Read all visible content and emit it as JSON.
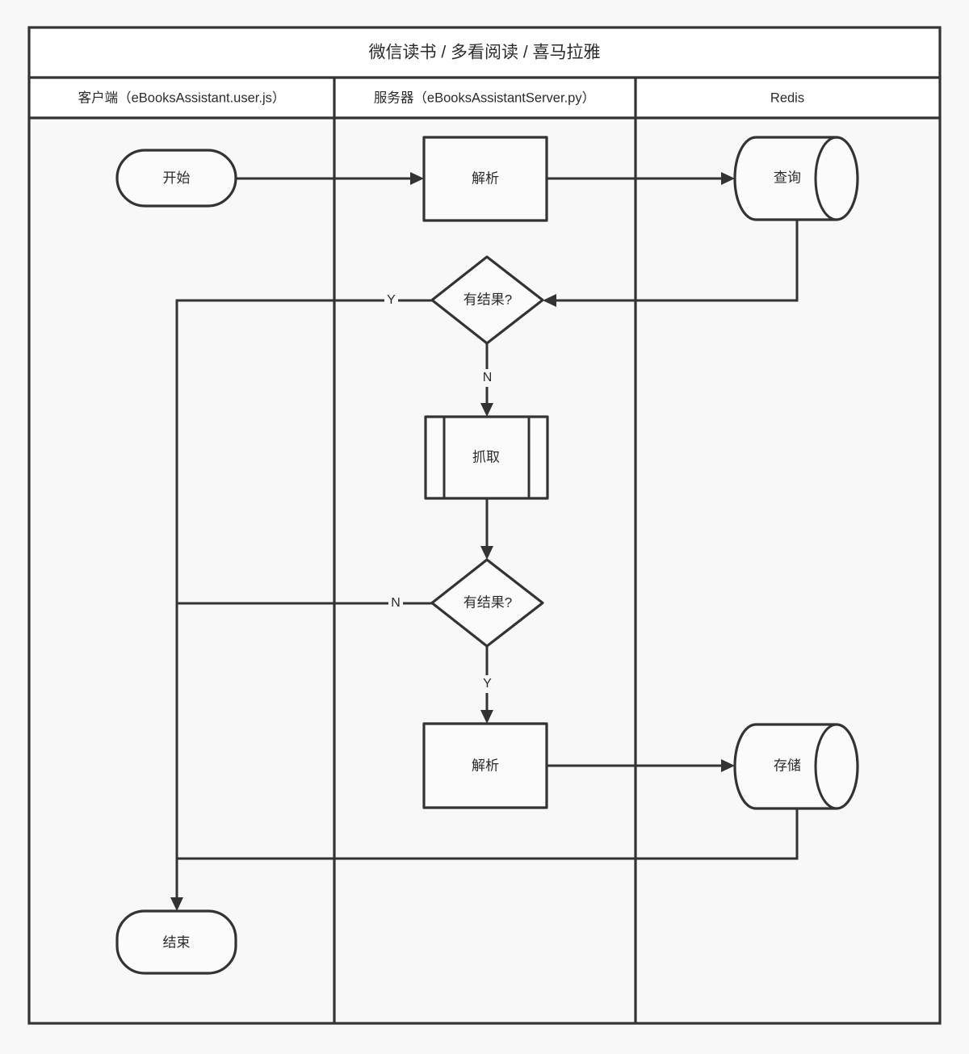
{
  "diagram": {
    "title": "微信读书 / 多看阅读 / 喜马拉雅",
    "type": "swimlane-flowchart",
    "colors": {
      "stroke": "#333333",
      "background": "#f8f8f8",
      "shape_fill": "#fbfbfb",
      "header_fill": "#ffffff"
    },
    "lanes": [
      {
        "id": "client",
        "label": "客户端（eBooksAssistant.user.js）"
      },
      {
        "id": "server",
        "label": "服务器（eBooksAssistantServer.py）"
      },
      {
        "id": "redis",
        "label": "Redis"
      }
    ],
    "nodes": [
      {
        "id": "start",
        "lane": "client",
        "shape": "terminator",
        "label": "开始"
      },
      {
        "id": "parse1",
        "lane": "server",
        "shape": "process",
        "label": "解析"
      },
      {
        "id": "query",
        "lane": "redis",
        "shape": "database",
        "label": "查询"
      },
      {
        "id": "decide1",
        "lane": "server",
        "shape": "decision",
        "label": "有结果?"
      },
      {
        "id": "fetch",
        "lane": "server",
        "shape": "predefined-process",
        "label": "抓取"
      },
      {
        "id": "decide2",
        "lane": "server",
        "shape": "decision",
        "label": "有结果?"
      },
      {
        "id": "parse2",
        "lane": "server",
        "shape": "process",
        "label": "解析"
      },
      {
        "id": "store",
        "lane": "redis",
        "shape": "database",
        "label": "存储"
      },
      {
        "id": "end",
        "lane": "client",
        "shape": "terminator",
        "label": "结束"
      }
    ],
    "edges": [
      {
        "from": "start",
        "to": "parse1",
        "label": ""
      },
      {
        "from": "parse1",
        "to": "query",
        "label": ""
      },
      {
        "from": "query",
        "to": "decide1",
        "label": ""
      },
      {
        "from": "decide1",
        "to": "end",
        "label": "Y"
      },
      {
        "from": "decide1",
        "to": "fetch",
        "label": "N"
      },
      {
        "from": "fetch",
        "to": "decide2",
        "label": ""
      },
      {
        "from": "decide2",
        "to": "end",
        "label": "N"
      },
      {
        "from": "decide2",
        "to": "parse2",
        "label": "Y"
      },
      {
        "from": "parse2",
        "to": "store",
        "label": ""
      },
      {
        "from": "store",
        "to": "end",
        "label": ""
      }
    ],
    "edge_labels": {
      "decide1_yes": "Y",
      "decide1_no": "N",
      "decide2_no": "N",
      "decide2_yes": "Y"
    }
  }
}
